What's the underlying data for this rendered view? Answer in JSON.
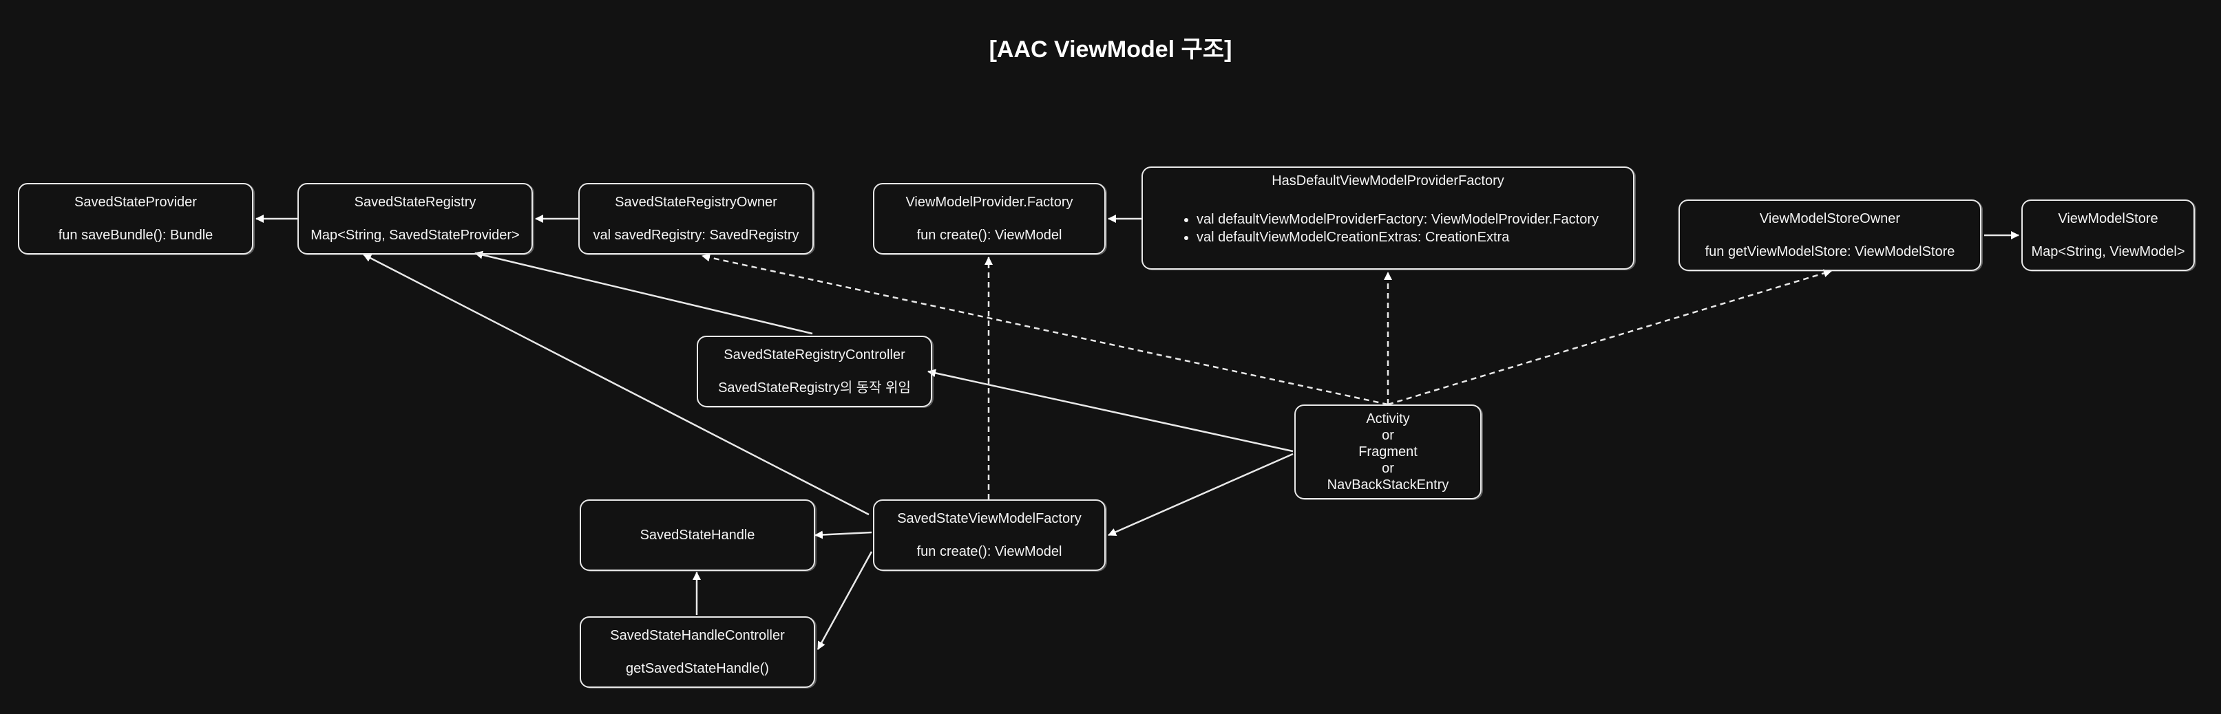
{
  "title": "[AAC ViewModel 구조]",
  "nodes": {
    "saved_state_provider": {
      "name": "SavedStateProvider",
      "detail": "fun saveBundle(): Bundle"
    },
    "saved_state_registry": {
      "name": "SavedStateRegistry",
      "detail": "Map<String, SavedStateProvider>"
    },
    "saved_state_registry_owner": {
      "name": "SavedStateRegistryOwner",
      "detail": "val savedRegistry: SavedRegistry"
    },
    "viewmodel_provider_factory": {
      "name": "ViewModelProvider.Factory",
      "detail": "fun create(): ViewModel"
    },
    "has_default_factory": {
      "name": "HasDefaultViewModelProviderFactory",
      "items": [
        "val defaultViewModelProviderFactory: ViewModelProvider.Factory",
        "val defaultViewModelCreationExtras: CreationExtra"
      ]
    },
    "viewmodel_store_owner": {
      "name": "ViewModelStoreOwner",
      "detail": "fun getViewModelStore: ViewModelStore"
    },
    "viewmodel_store": {
      "name": "ViewModelStore",
      "detail": "Map<String, ViewModel>"
    },
    "saved_state_registry_controller": {
      "name": "SavedStateRegistryController",
      "detail": "SavedStateRegistry의 동작 위임"
    },
    "activity_or_fragment": {
      "lines": [
        "Activity",
        "or",
        "Fragment",
        "or",
        "NavBackStackEntry"
      ]
    },
    "saved_state_handle": {
      "name": "SavedStateHandle"
    },
    "saved_state_viewmodel_factory": {
      "name": "SavedStateViewModelFactory",
      "detail": "fun create(): ViewModel"
    },
    "saved_state_handle_controller": {
      "name": "SavedStateHandleController",
      "detail": "getSavedStateHandle()"
    }
  },
  "colors": {
    "background": "#121212",
    "stroke": "#e8e8e8",
    "text": "#f4f4f4"
  }
}
